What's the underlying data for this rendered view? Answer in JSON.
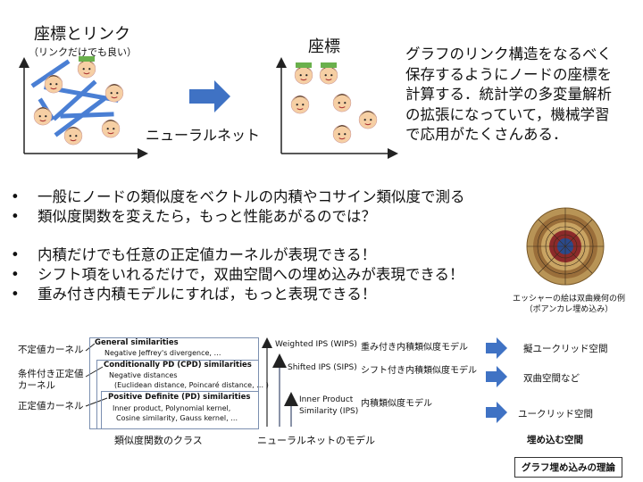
{
  "top": {
    "title_left": "座標とリンク",
    "subtitle_left": "（リンクだけでも良い）",
    "title_right": "座標",
    "nn_label": "ニューラルネット",
    "description_lines": [
      "グラフのリンク構造をなるべく",
      "保存するようにノードの座標を",
      "計算する．統計学の多変量解析",
      "の拡張になっていて，機械学習",
      "で応用がたくさんある．"
    ]
  },
  "bullets_1": [
    "一般にノードの類似度をベクトルの内積やコサイン類似度で測る",
    "類似度関数を変えたら，もっと性能あがるのでは？"
  ],
  "bullets_2": [
    "内積だけでも任意の正定値カーネルが表現できる！",
    "シフト項をいれるだけで，双曲空間への埋め込みが表現できる！",
    "重み付き内積モデルにすれば，もっと表現できる！"
  ],
  "escher_caption": [
    "エッシャーの絵は双曲幾何の例",
    "（ポアンカレ埋め込み）"
  ],
  "bottom": {
    "left_labels": [
      "不定値カーネル",
      "条件付き正定値",
      "カーネル",
      "正定値カーネル"
    ],
    "general": {
      "title": "General similarities",
      "desc": "Negative Jeffrey's divergence, …"
    },
    "cpd": {
      "title": "Conditionally PD (CPD) similarities",
      "desc1": "Negative distances",
      "desc2": "(Euclidean distance, Poincaré distance, … )"
    },
    "pd": {
      "title": "Positive Definite (PD) similarities",
      "desc1": "Inner product, Polynomial kernel,",
      "desc2": "Cosine similarity, Gauss kernel, …"
    },
    "class_caption": "類似度関数のクラス",
    "models": [
      {
        "en": "Weighted IPS (WIPS)",
        "jp": "重み付き内積類似度モデル",
        "space": "擬ユークリッド空間"
      },
      {
        "en": "Shifted IPS (SIPS)",
        "jp": "シフト付き内積類似度モデル",
        "space": "双曲空間など"
      },
      {
        "en1": "Inner Product",
        "en2": "Similarity (IPS)",
        "jp": "内積類似度モデル",
        "space": "ユークリッド空間"
      }
    ],
    "model_caption": "ニューラルネットのモデル",
    "space_caption": "埋め込む空間",
    "footer": "グラフ埋め込みの理論"
  },
  "colors": {
    "accent": "#3f72c4",
    "box_border": "#7b8fb0",
    "arrow_gray": "#8a93a8"
  }
}
